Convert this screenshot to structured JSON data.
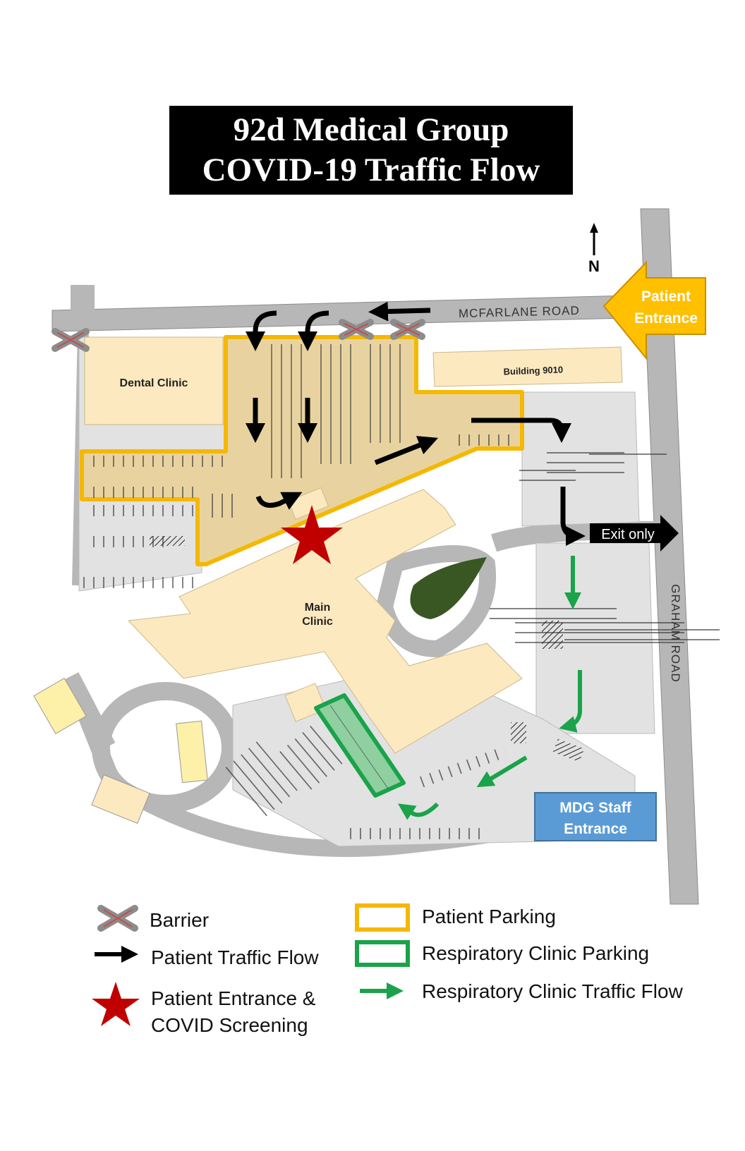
{
  "title": {
    "line1": "92d Medical Group",
    "line2": "COVID-19 Traffic Flow"
  },
  "map": {
    "north": "N",
    "roads": {
      "north_road": "MCFARLANE ROAD",
      "east_road": "GRAHAM ROAD"
    },
    "buildings": {
      "dental": "Dental Clinic",
      "building9010": "Building 9010",
      "main_clinic_line1": "Main",
      "main_clinic_line2": "Clinic"
    },
    "signs": {
      "patient_entrance_line1": "Patient",
      "patient_entrance_line2": "Entrance",
      "exit_only": "Exit only",
      "staff_entrance_line1": "MDG Staff",
      "staff_entrance_line2": "Entrance"
    },
    "colors": {
      "road": "#b7b7b7",
      "lot": "#e2e2e2",
      "building": "#fde9bf",
      "patient_parking": "#f5b800",
      "respiratory": "#1aa34a",
      "star": "#c00000",
      "staff_sign": "#5b9bd5",
      "pond": "#385723"
    }
  },
  "legend": {
    "barrier": "Barrier",
    "patient_flow": "Patient Traffic Flow",
    "entrance_line1": "Patient Entrance &",
    "entrance_line2": "COVID Screening",
    "patient_parking": "Patient Parking",
    "resp_parking": "Respiratory Clinic Parking",
    "resp_flow": "Respiratory Clinic Traffic Flow"
  }
}
